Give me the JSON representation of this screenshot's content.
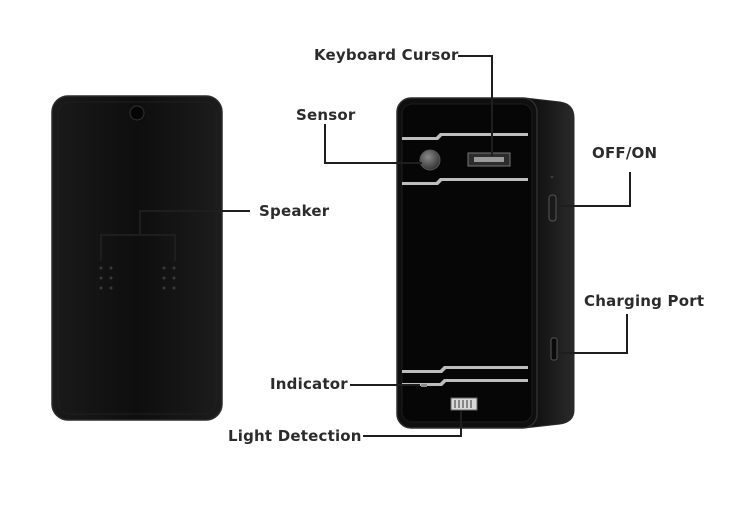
{
  "labels": {
    "keyboard_cursor": "Keyboard Cursor",
    "sensor": "Sensor",
    "off_on": "OFF/ON",
    "speaker": "Speaker",
    "charging_port": "Charging Port",
    "indicator": "Indicator",
    "light_detection": "Light Detection"
  },
  "colors": {
    "device_body": "#121212",
    "device_edge": "#2a2a2a",
    "front_panel": "#060606",
    "metal_strip": "#bdbdbd",
    "leader_line": "#1e1e1e",
    "label_text": "#2b2b2b"
  }
}
